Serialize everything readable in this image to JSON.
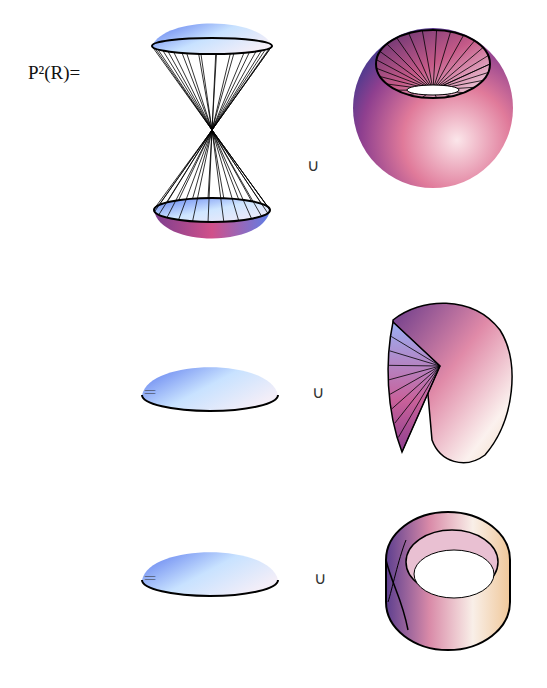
{
  "diagram": {
    "labels": [
      "P²(R)=",
      "∪",
      "=",
      "∪",
      "=",
      "∪"
    ]
  }
}
